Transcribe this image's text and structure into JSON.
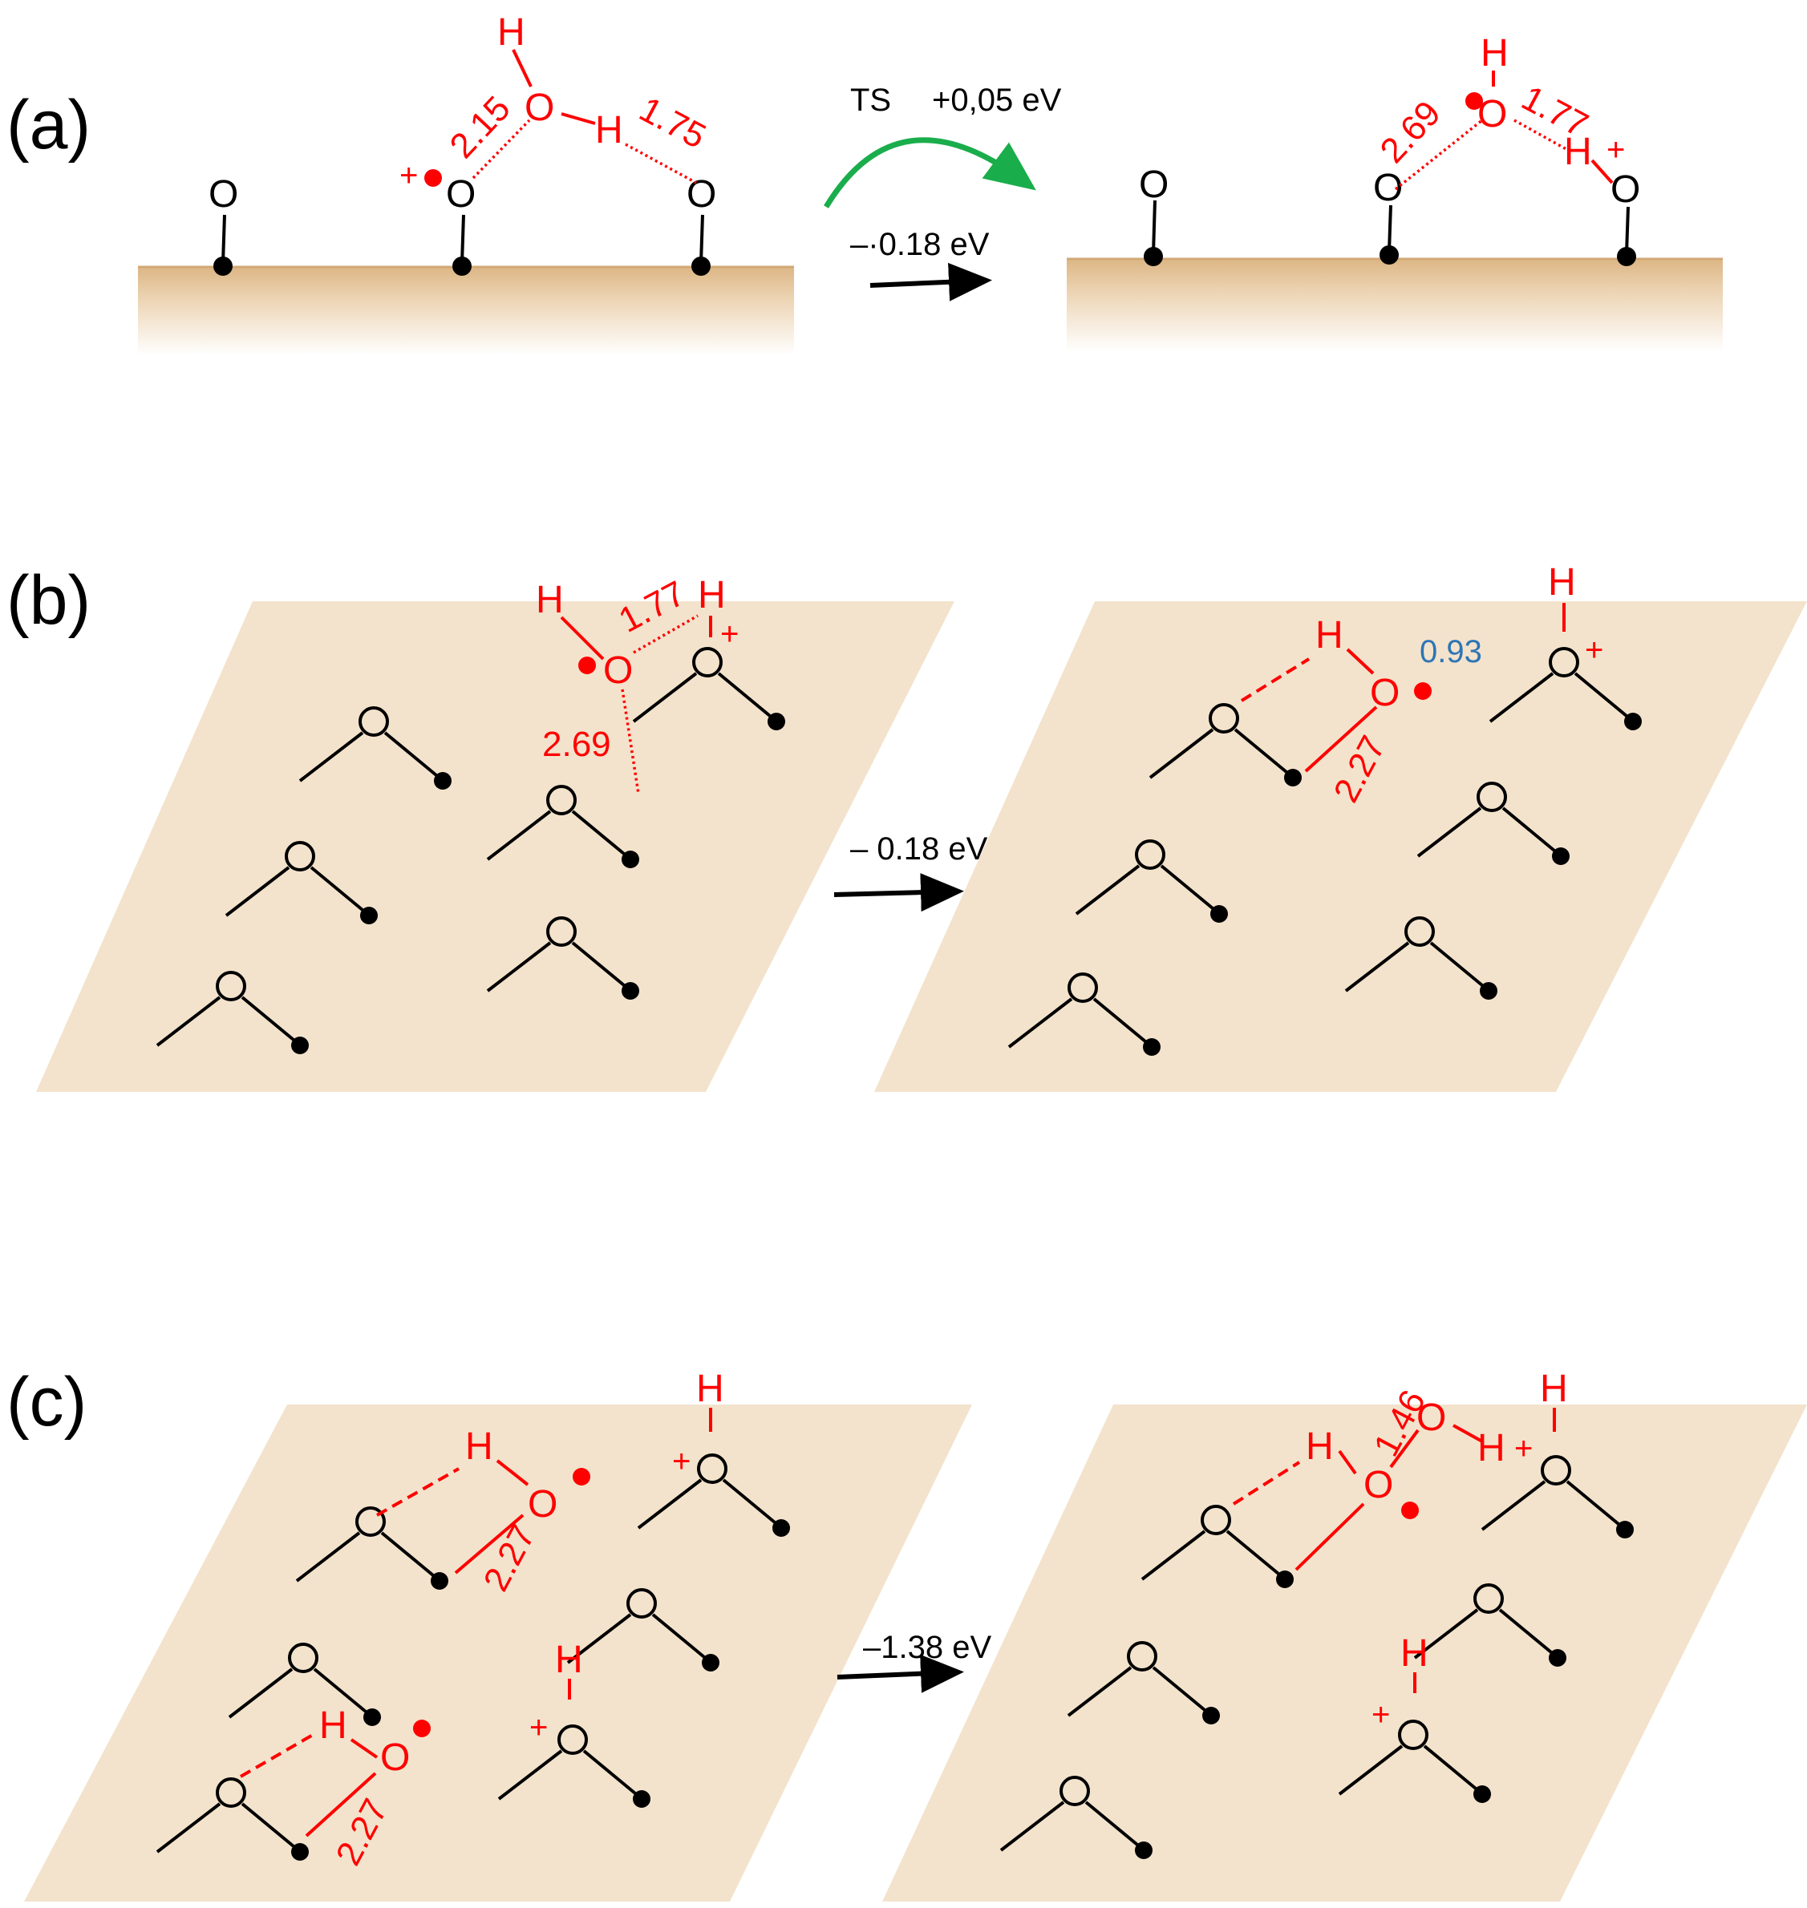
{
  "panels": {
    "a": {
      "label": "(a)",
      "ts_label": "TS",
      "ts_energy": "+0,05 eV",
      "reaction_energy": "–·0.18 eV",
      "distances": {
        "left_1": "2.15",
        "left_2": "1.75",
        "right_1": "2.69",
        "right_2": "1.77"
      }
    },
    "b": {
      "label": "(b)",
      "reaction_energy": "– 0.18 eV",
      "distances": {
        "left_1": "1.77",
        "left_2": "2.69",
        "right_1": "2.27"
      },
      "charge_value": "0.93"
    },
    "c": {
      "label": "(c)",
      "reaction_energy": "–1.38 eV",
      "distances": {
        "left_1": "2.27",
        "left_2": "2.27",
        "right_1": "1.46"
      }
    }
  },
  "atoms": {
    "oxygen": "O",
    "hydrogen": "H",
    "plus": "+"
  },
  "colors": {
    "surface_a": "#e8c9a0",
    "surface_bc": "#f3e3cc",
    "bond_black": "#000000",
    "adsorbate_red": "#ff0000",
    "ts_arrow": "#1aad4b",
    "charge_blue": "#2E75B6"
  }
}
